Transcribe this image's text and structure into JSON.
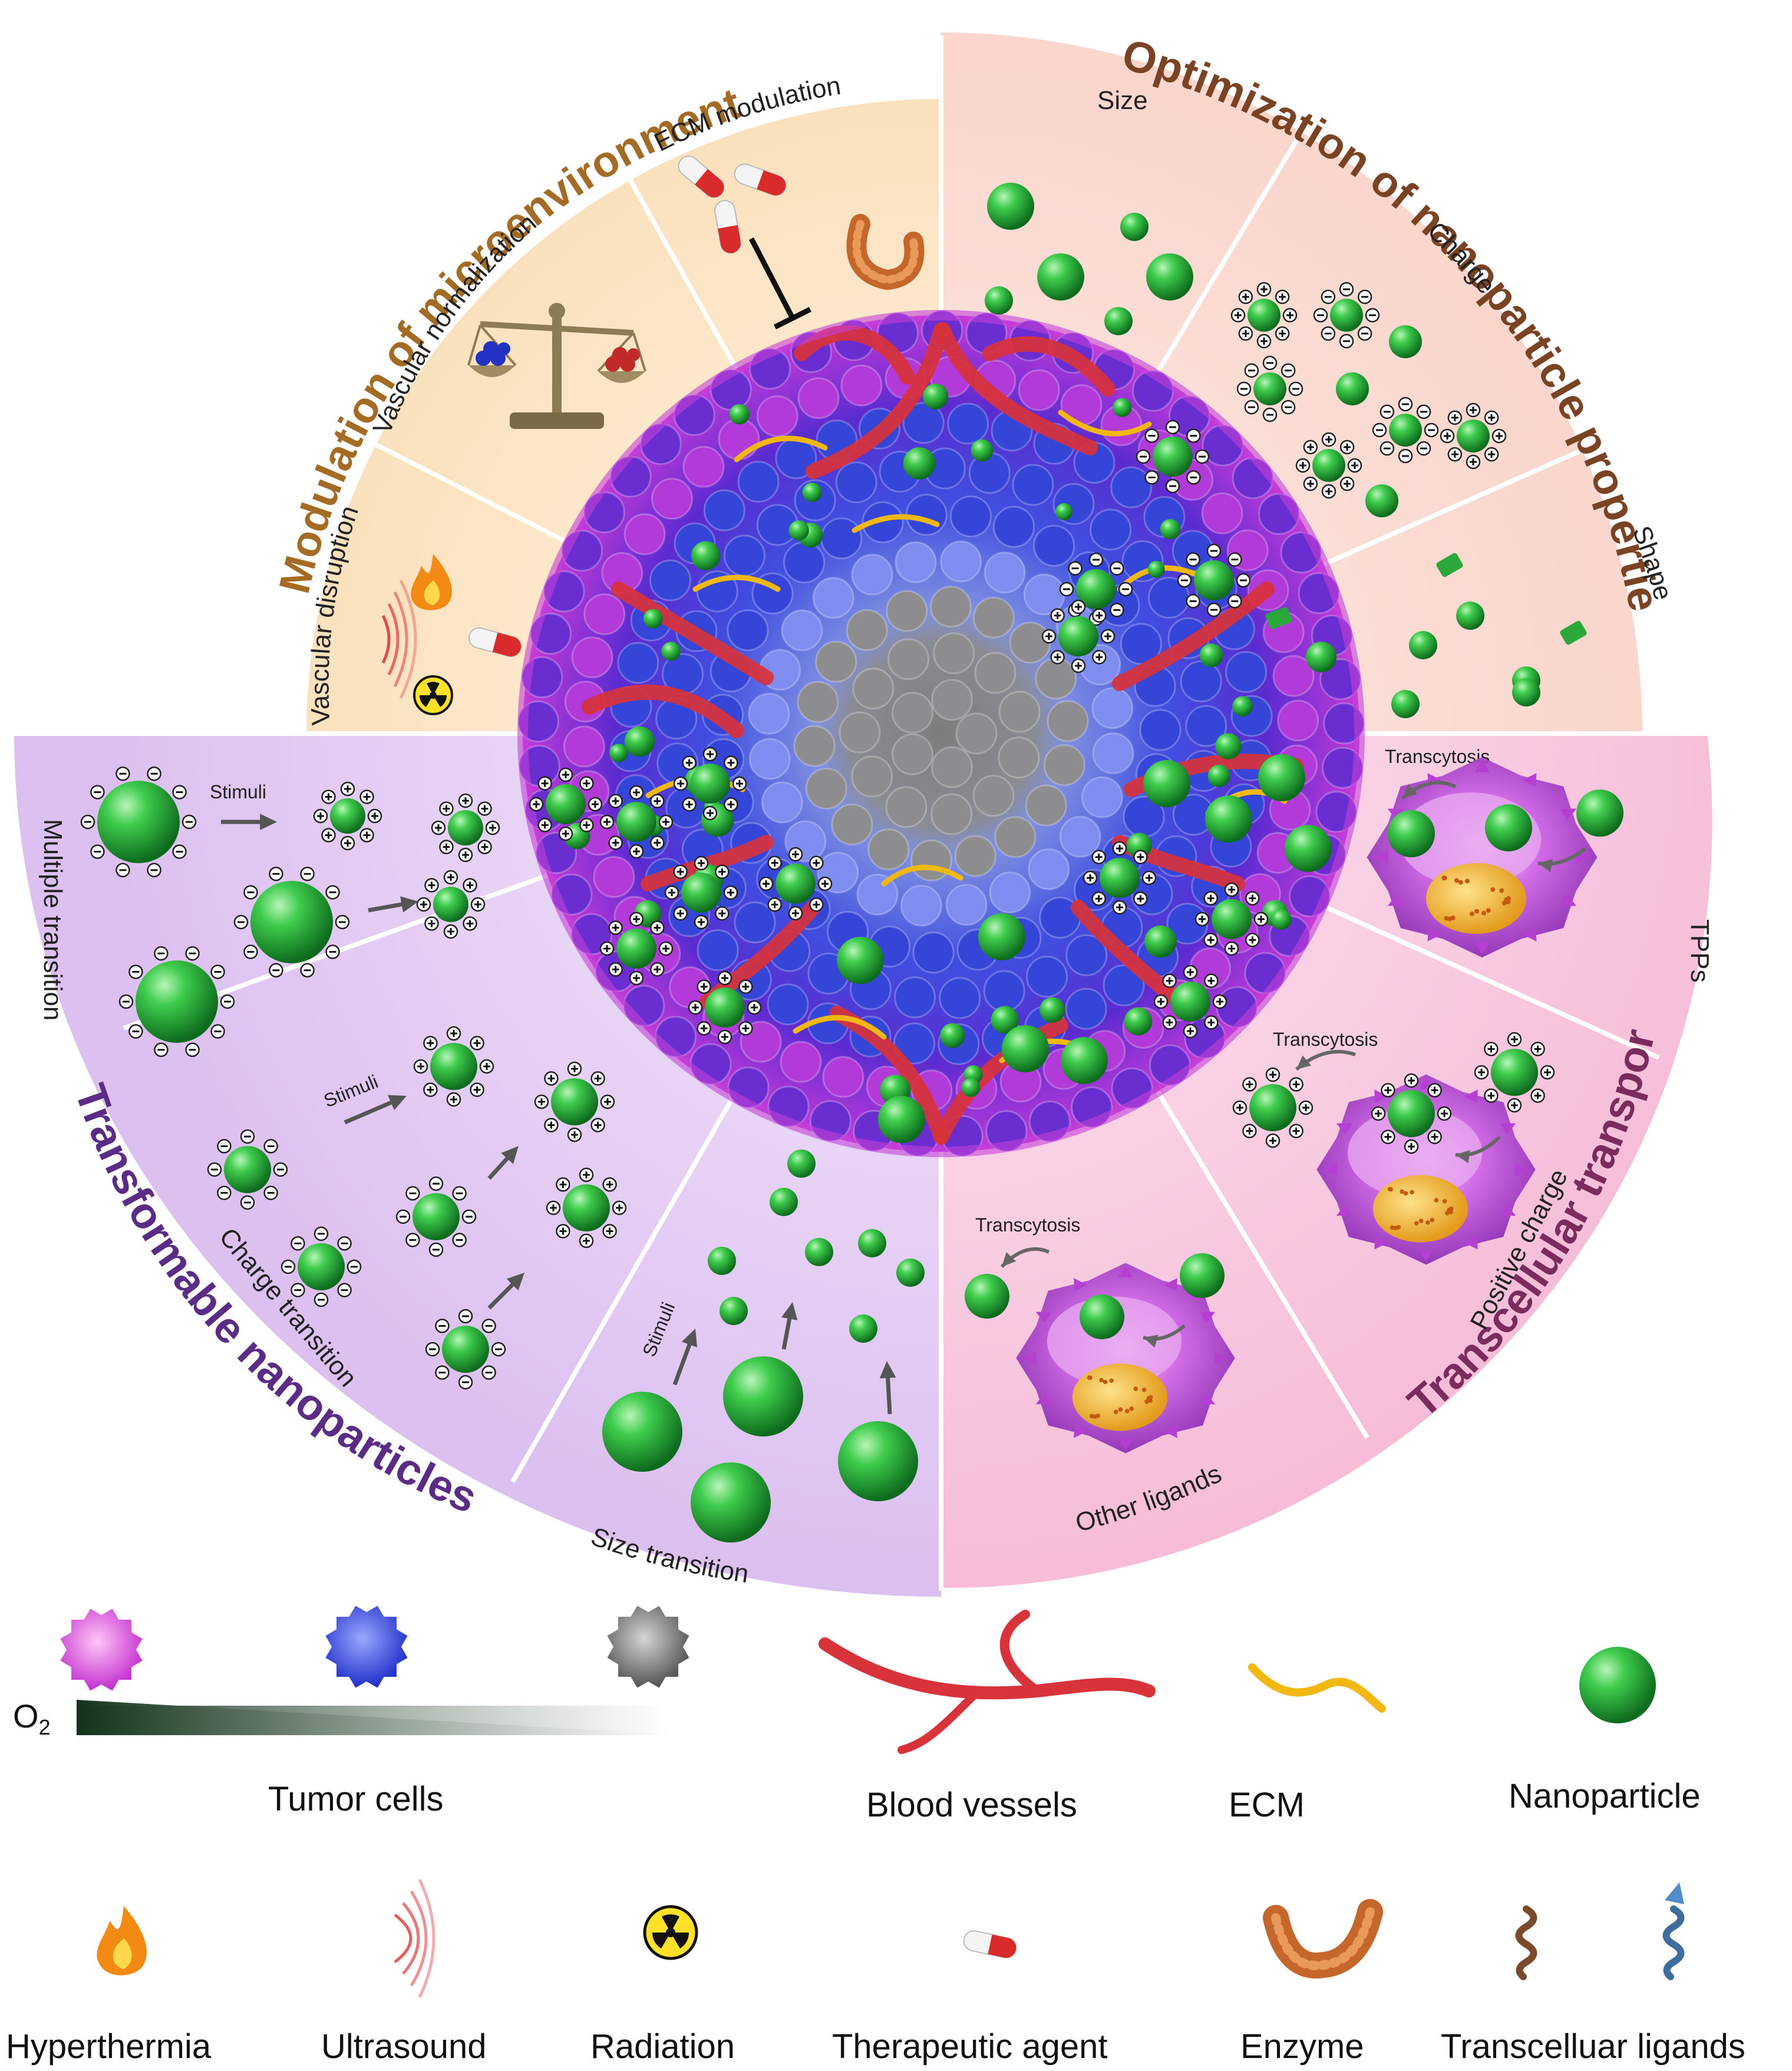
{
  "sectors": {
    "microenvironment": {
      "title": "Modulation of microenvironments",
      "items": [
        "ECM modulation",
        "Vascular normalization",
        "Vascular disruption"
      ]
    },
    "nanoparticle_properties": {
      "title": "Optimization of nanoparticle properties",
      "items": [
        "Size",
        "Charge",
        "Shape"
      ]
    },
    "transcellular": {
      "title": "Transcellular transport",
      "items": [
        "TPPs",
        "Positive charge",
        "Other ligands"
      ],
      "transcytosis_label": "Transcytosis"
    },
    "transformable": {
      "title": "Transformable nanoparticles",
      "items": [
        "Multiple transition",
        "Charge transition",
        "Size transition"
      ],
      "stimuli_label": "Stimuli"
    }
  },
  "legend": {
    "o2_label": "O",
    "o2_sub": "2",
    "row1": [
      "Tumor cells",
      "Blood vessels",
      "ECM",
      "Nanoparticle"
    ],
    "row2": [
      "Hyperthermia",
      "Ultrasound",
      "Radiation",
      "Therapeutic agent",
      "Enzyme",
      "Transcelluar ligands"
    ]
  },
  "colors": {
    "micro_bg": "#fbe3c2",
    "props_bg": "#fbd7cf",
    "transport_bg": "#f8c8de",
    "transform_bg": "#e3c9f2",
    "micro_title": "#9c6a2a",
    "props_title": "#7a4324",
    "transport_title": "#7a2c5c",
    "transform_title": "#5b2c86",
    "nanoparticle": "#22a83a",
    "vessel": "#d8323a",
    "ecm": "#f2b812"
  }
}
